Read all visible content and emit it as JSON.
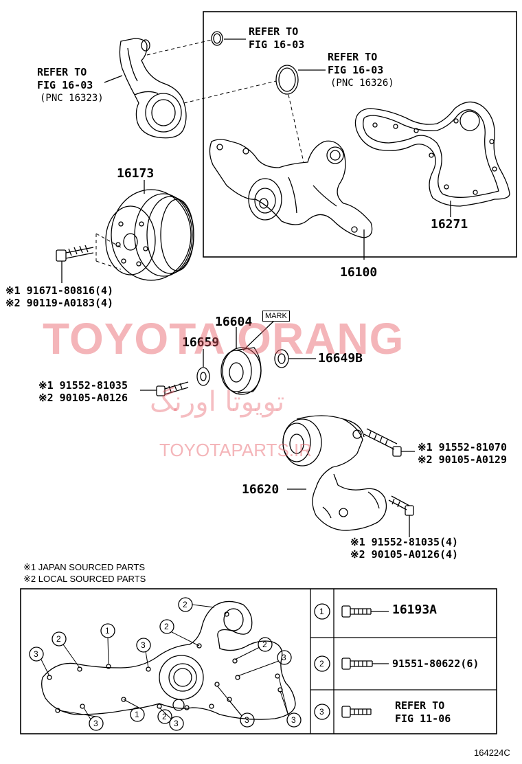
{
  "refs": {
    "fig1603_a_l1": "REFER TO",
    "fig1603_a_l2": "FIG 16-03",
    "fig1603_b_l1": "REFER TO",
    "fig1603_b_l2": "FIG 16-03",
    "fig1603_b_l3": "(PNC 16326)",
    "fig1603_c_l1": "REFER TO",
    "fig1603_c_l2": "FIG 16-03",
    "fig1603_c_l3": "(PNC 16323)"
  },
  "parts": {
    "p16173": "16173",
    "p16271": "16271",
    "p16100": "16100",
    "p16604": "16604",
    "p16659": "16659",
    "p16649b": "16649B",
    "p16620": "16620",
    "mark": "MARK"
  },
  "bolts": {
    "pulley_j": "※1 91671-80816(4)",
    "pulley_l": "※2 90119-A0183(4)",
    "idler_j": "※1 91552-81035",
    "idler_l": "※2 90105-A0126",
    "tens_j": "※1 91552-81070",
    "tens_l": "※2 90105-A0129",
    "brk_j": "※1 91552-81035(4)",
    "brk_l": "※2 90105-A0126(4)"
  },
  "notes": {
    "n1": "※1 JAPAN SOURCED PARTS",
    "n2": "※2 LOCAL SOURCED PARTS"
  },
  "legend": [
    {
      "num": "1",
      "part": "16193A"
    },
    {
      "num": "2",
      "part": "91551-80622(6)"
    },
    {
      "num": "3",
      "part_l1": "REFER TO",
      "part_l2": "FIG 11-06"
    }
  ],
  "callouts": [
    "2",
    "2",
    "1",
    "3",
    "2",
    "3",
    "2",
    "3",
    "3",
    "3",
    "1",
    "3",
    "3",
    "2"
  ],
  "watermark": {
    "main": "TOYOTA ORANG",
    "fa": "تویوتا اورنگ",
    "url": "TOYOTAPARTS.IR"
  },
  "figure_code": "164224C"
}
